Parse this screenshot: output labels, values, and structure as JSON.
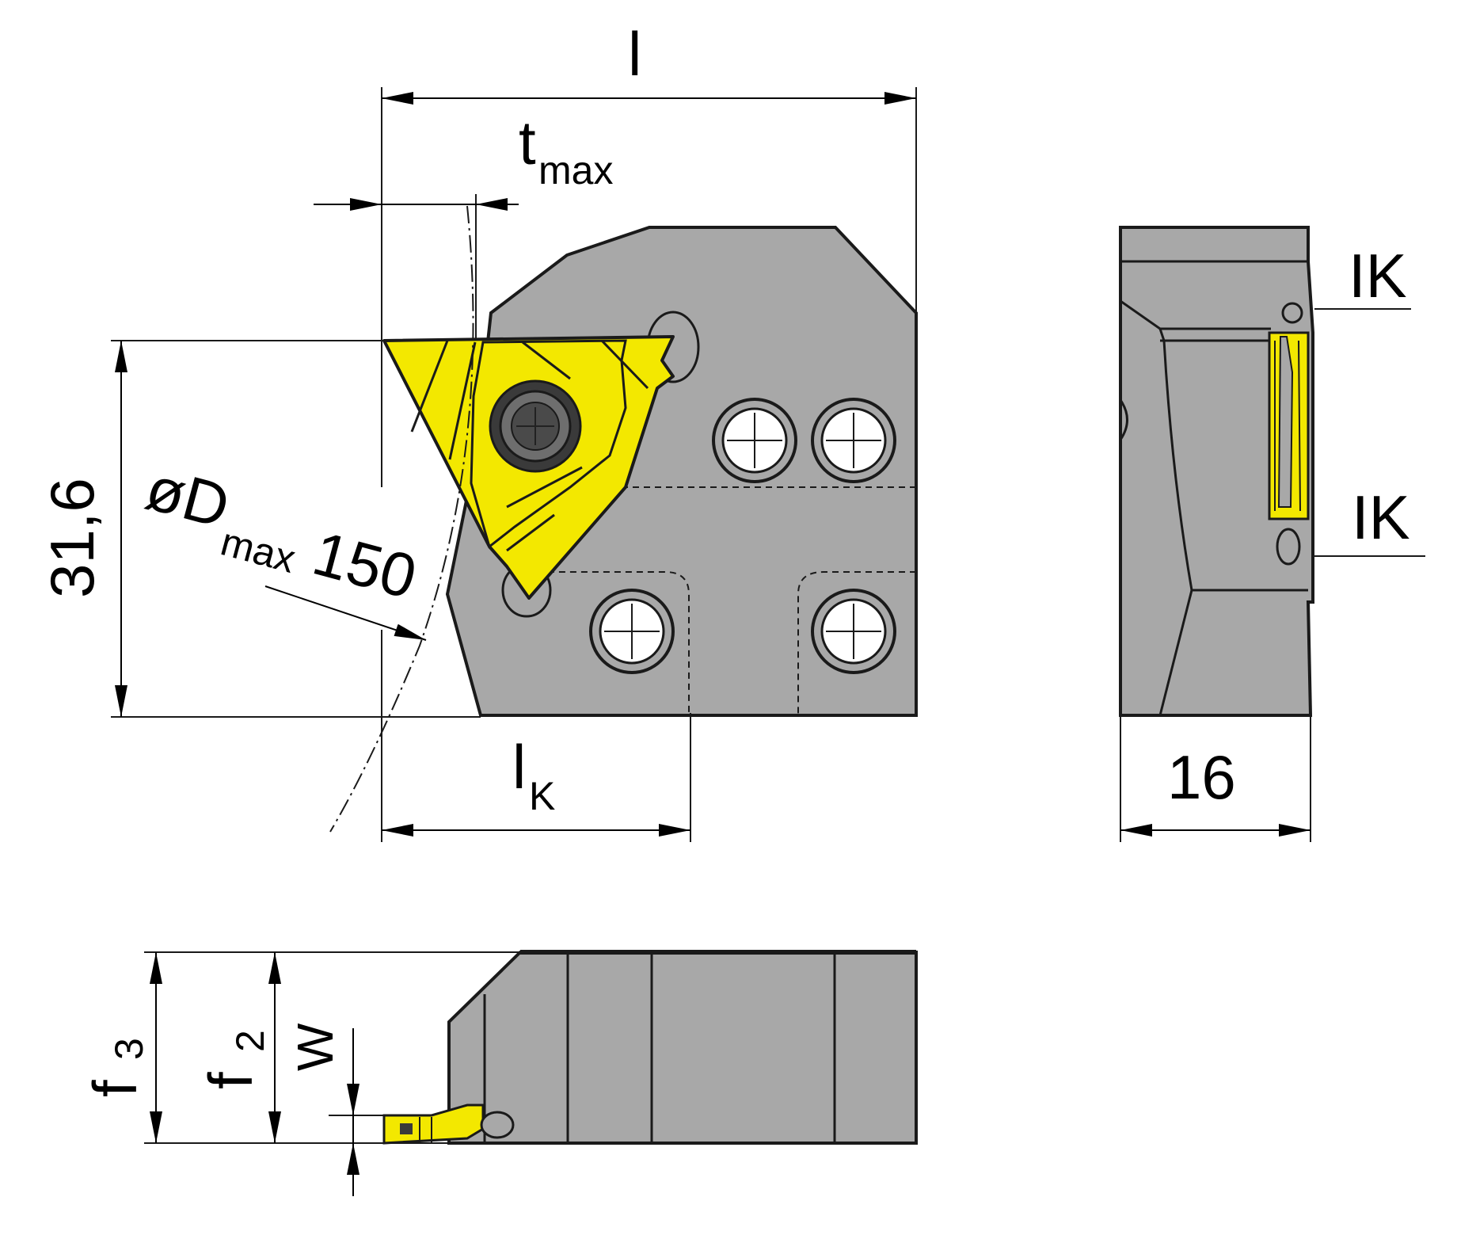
{
  "labels": {
    "l": "l",
    "t": "t",
    "t_sub": "max",
    "height": "31,6",
    "d_main": "øD",
    "d_sub": "max",
    "d_val": "150",
    "lk": "l",
    "lk_sub": "K",
    "width": "16",
    "ik_top": "IK",
    "ik_bottom": "IK",
    "f3": "f",
    "f3_sub": "3",
    "f2": "f",
    "f2_sub": "2",
    "w": "W"
  },
  "colors": {
    "body": "#a8a8a8",
    "insert": "#f3e800",
    "line": "#1a1a1a",
    "screw_dark": "#3a3a3a",
    "hole_fill": "#ffffff"
  }
}
